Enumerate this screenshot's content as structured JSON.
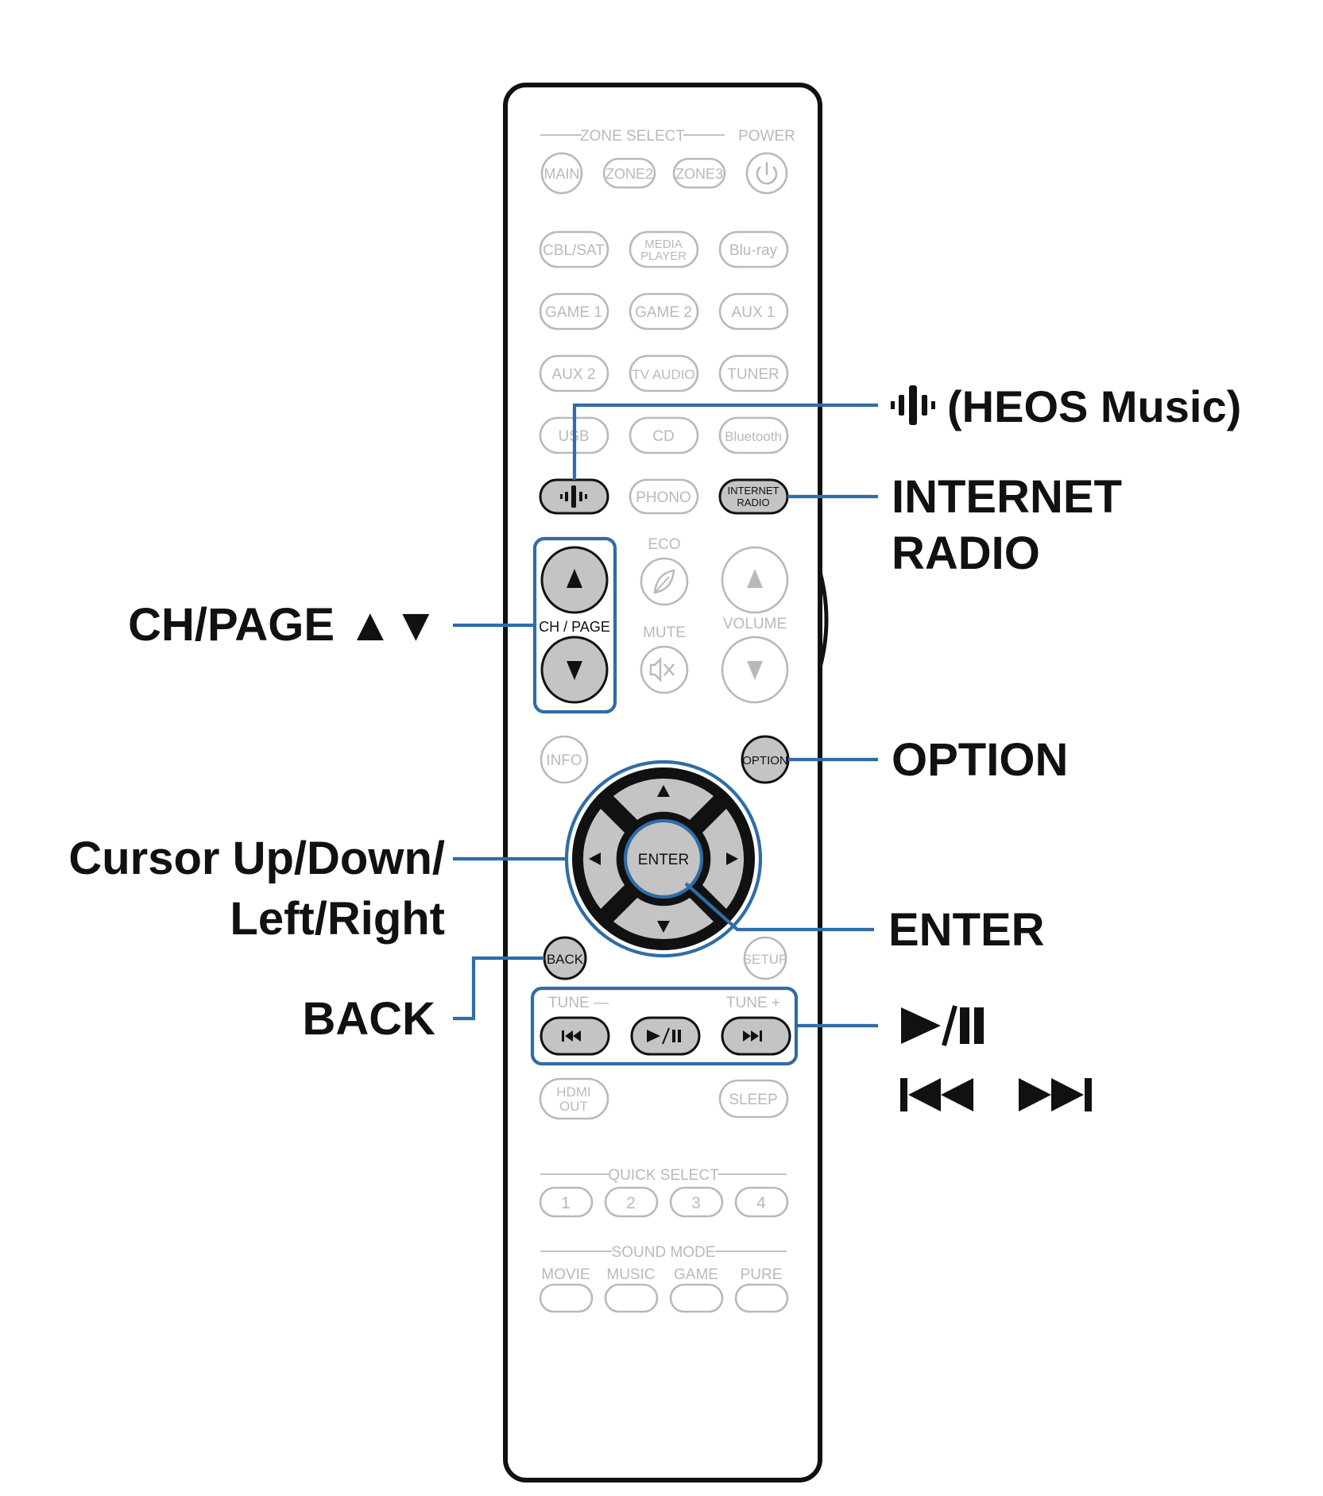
{
  "remote": {
    "zone_select": {
      "label": "ZONE SELECT",
      "buttons": [
        "MAIN",
        "ZONE2",
        "ZONE3"
      ],
      "power_label": "POWER"
    },
    "inputs": [
      [
        "CBL/SAT",
        "MEDIA PLAYER",
        "Blu-ray"
      ],
      [
        "GAME 1",
        "GAME 2",
        "AUX 1"
      ],
      [
        "AUX 2",
        "TV AUDIO",
        "TUNER"
      ],
      [
        "USB",
        "CD",
        "Bluetooth"
      ],
      [
        "heos-icon",
        "PHONO",
        "INTERNET RADIO"
      ]
    ],
    "eco_label": "ECO",
    "chpage_label": "CH / PAGE",
    "mute_label": "MUTE",
    "volume_label": "VOLUME",
    "info_label": "INFO",
    "option_label": "OPTION",
    "enter_label": "ENTER",
    "back_label": "BACK",
    "setup_label": "SETUP",
    "tune_minus_label": "TUNE —",
    "tune_plus_label": "TUNE +",
    "hdmi_out_label": "HDMI OUT",
    "sleep_label": "SLEEP",
    "quick_select": {
      "label": "QUICK SELECT",
      "buttons": [
        "1",
        "2",
        "3",
        "4"
      ]
    },
    "sound_mode": {
      "label": "SOUND MODE",
      "buttons": [
        "MOVIE",
        "MUSIC",
        "GAME",
        "PURE"
      ]
    }
  },
  "callouts": {
    "heos": "(HEOS Music)",
    "internet_radio_line1": "INTERNET",
    "internet_radio_line2": "RADIO",
    "chpage": "CH/PAGE ▲▼",
    "option": "OPTION",
    "cursor_line1": "Cursor Up/Down/",
    "cursor_line2": "Left/Right",
    "enter": "ENTER",
    "back": "BACK",
    "play_pause": "▶/II",
    "skip": "I◀◀ ▶▶I"
  },
  "colors": {
    "highlight": "#2f6da6",
    "inactive": "#b9b9b9",
    "active_fill": "#c4c4c4"
  }
}
